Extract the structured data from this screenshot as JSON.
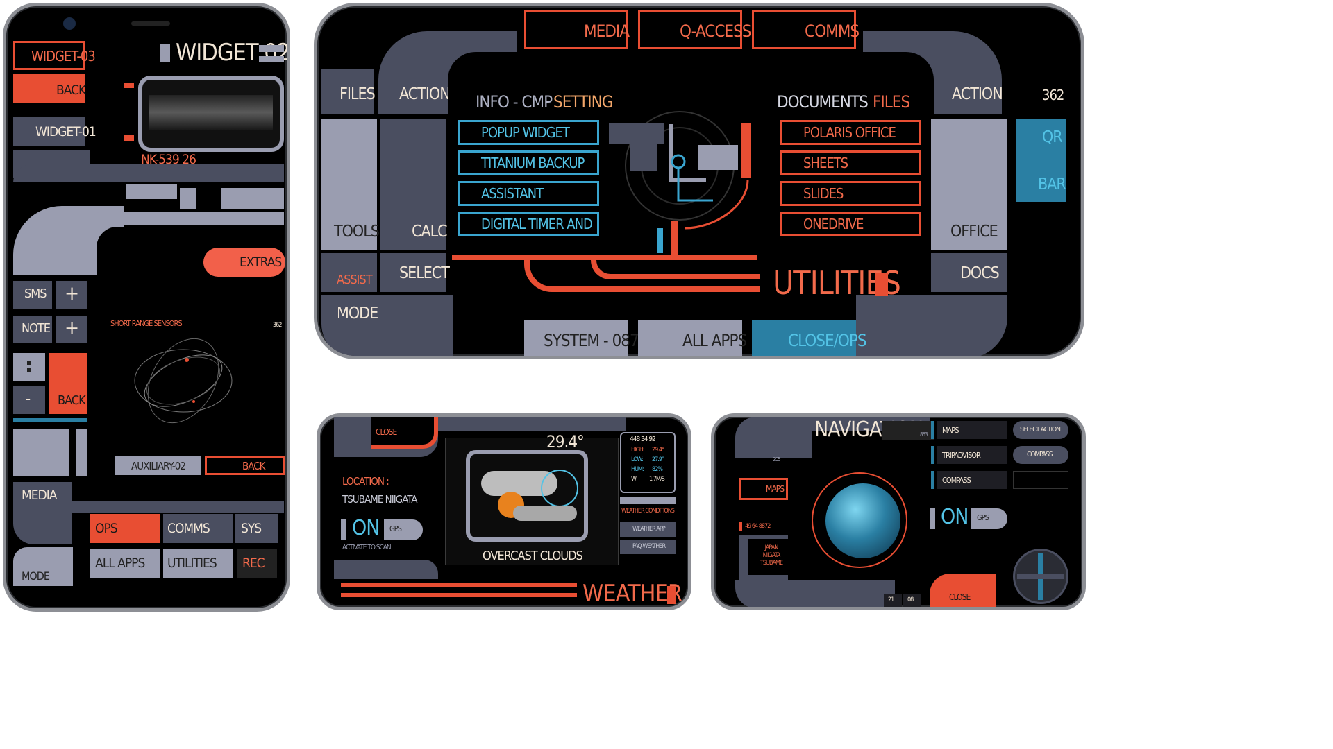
{
  "colors": {
    "orange": "#e84e33",
    "blue": "#2a7fa3",
    "gray": "#4a4e60",
    "light_gray": "#9a9db0",
    "cream": "#f2e6d6"
  },
  "left_phone": {
    "widget03": "WIDGET-03",
    "title": "WIDGET 02",
    "back": "BACK",
    "widget01": "WIDGET-01",
    "ident": "NK-539 26",
    "extras": "EXTRAS",
    "sms": "SMS",
    "note": "NOTE",
    "plus": "+",
    "sensor_title": "SHORT RANGE SENSORS",
    "sensor_num": "362",
    "dash_icon": "-",
    "back2": "BACK",
    "aux": "AUXILIARY-02",
    "back3": "BACK",
    "media": "MEDIA",
    "ops": "OPS",
    "comms": "COMMS",
    "sys": "SYS",
    "mode": "MODE",
    "all_apps": "ALL APPS",
    "utilities": "UTILITIES",
    "rec": "REC"
  },
  "main_phone": {
    "top_tabs": [
      "MEDIA",
      "Q-ACCESS",
      "COMMS"
    ],
    "files": "FILES",
    "action_left": "ACTION",
    "action_right": "ACTION",
    "num": "362",
    "info": "INFO - CMP",
    "setting": "SETTING",
    "documents": "DOCUMENTS",
    "files_hdr": "FILES",
    "left_list": [
      "POPUP WIDGET",
      "TITANIUM BACKUP",
      "ASSISTANT",
      "DIGITAL TIMER AND"
    ],
    "right_list": [
      "POLARIS OFFICE",
      "SHEETS",
      "SLIDES",
      "ONEDRIVE"
    ],
    "tools": "TOOLS",
    "calc": "CALC",
    "office": "OFFICE",
    "qr": "QR",
    "bar": "BAR",
    "assist": "ASSIST",
    "mode": "MODE",
    "select": "SELECT",
    "docs": "DOCS",
    "utilities": "UTILITIES",
    "bottom_tabs": [
      "SYSTEM - 087",
      "ALL APPS",
      "CLOSE/OPS"
    ]
  },
  "weather_phone": {
    "close": "CLOSE",
    "location_label": "LOCATION :",
    "location": "TSUBAME NIIGATA",
    "on": "ON",
    "gps": "GPS",
    "activate": "ACTIVATE TO SCAN",
    "temp": "29.4°",
    "stat_header": "448 34 92",
    "stats": [
      {
        "k": "HIGH:",
        "v": "29.4°"
      },
      {
        "k": "LOW:",
        "v": "27.9°"
      },
      {
        "k": "HUM:",
        "v": "82%"
      },
      {
        "k": "W",
        "v": "1.7M/S"
      }
    ],
    "conditions": "WEATHER CONDITIONS",
    "app": "WEATHER APP",
    "faq": "FAQ-WEATHER",
    "desc": "OVERCAST CLOUDS",
    "title": "WEATHER"
  },
  "nav_phone": {
    "title": "NAVIGATION",
    "num1": "853",
    "num2": "205",
    "maps_btn": "MAPS",
    "coords": "49 64 8872",
    "location": "JAPAN NIIGATA TSUBAME",
    "list": [
      "MAPS",
      "TRIPADVISOR",
      "COMPASS"
    ],
    "select_action": "SELECT ACTION",
    "compass": "COMPASS",
    "on": "ON",
    "gps": "GPS",
    "close": "CLOSE",
    "n21": "21",
    "n08": "08"
  }
}
